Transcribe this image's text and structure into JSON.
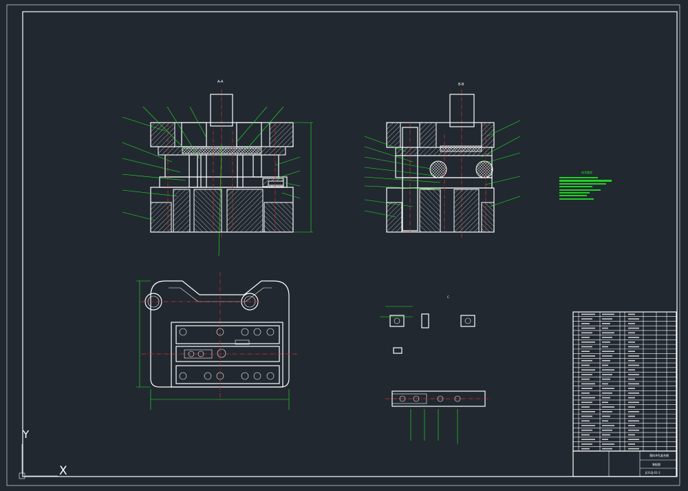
{
  "drawing": {
    "background": "#212830",
    "line_color": "#ffffff",
    "dimension_color": "#22ee22",
    "centerline_color": "#e03030",
    "section_labels": [
      "A-A",
      "B-B",
      "C"
    ],
    "notes_title": "技术要求",
    "ucs": {
      "y_label": "Y",
      "x_label": "X"
    },
    "title_block_lines": [
      "落料冲孔复合模",
      "装配图",
      "JLYLSJ-01-1"
    ]
  }
}
